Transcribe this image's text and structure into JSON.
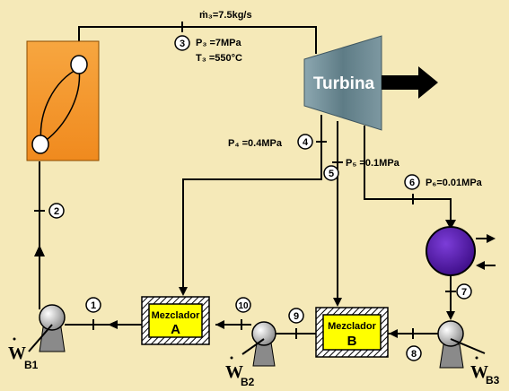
{
  "turbine": {
    "label": "Turbina"
  },
  "flow": {
    "mass_rate": "ṁ₃=7.5kg/s"
  },
  "states": {
    "s1": "1",
    "s2": "2",
    "s3": "3",
    "s4": "4",
    "s5": "5",
    "s6": "6",
    "s7": "7",
    "s8": "8",
    "s9": "9",
    "s10": "10"
  },
  "conditions": {
    "p3": "P₃ =7MPa",
    "t3": "T₃ =550°C",
    "p4": "P₄ =0.4MPa",
    "p5": "P₅ =0.1MPa",
    "p6": "P₆=0.01MPa"
  },
  "mixers": {
    "a": {
      "title": "Mezclador",
      "letter": "A"
    },
    "b": {
      "title": "Mezclador",
      "letter": "B"
    }
  },
  "pumps": {
    "b1": {
      "symbol": "W",
      "subscript": "B1"
    },
    "b2": {
      "symbol": "W",
      "subscript": "B2"
    },
    "b3": {
      "symbol": "W",
      "subscript": "B3"
    }
  },
  "colors": {
    "background": "#F5E9B8",
    "boiler": "#F49A2E",
    "mixer_fill": "#FFFF00",
    "condenser": "#5B18B0",
    "turbine": "#6F8C96"
  }
}
